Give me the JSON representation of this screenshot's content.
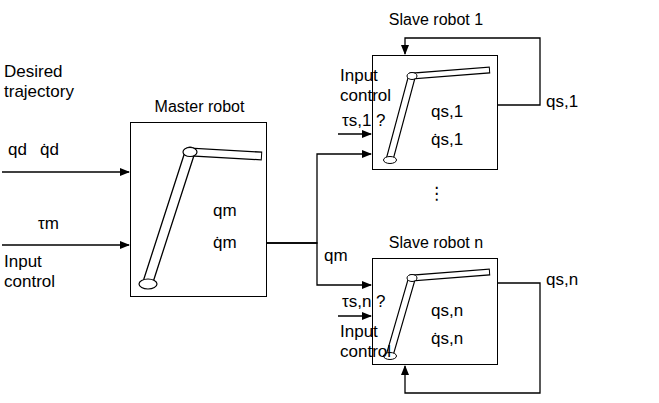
{
  "diagram": {
    "nodes": [
      {
        "text": [
          "Master robot",
          "qm",
          "q̇m"
        ]
      },
      {
        "text": [
          "Slave robot 1",
          "qs,1",
          "q̇s,1"
        ]
      },
      {
        "text": [
          "Slave robot n",
          "qs,n",
          "q̇s,n"
        ]
      }
    ],
    "edges": [
      {
        "from": 0,
        "to": 1,
        "arrow": "to",
        "label": "qm"
      },
      {
        "from": 0,
        "to": 2,
        "arrow": "to"
      }
    ],
    "labels": [
      "Desired trajectory",
      "qd",
      "q̇d",
      "τm",
      "Input control",
      "Input control",
      "τs,1 ?",
      "qs,1",
      "⋮",
      "τs,n ?",
      "Input control",
      "qs,n"
    ]
  }
}
